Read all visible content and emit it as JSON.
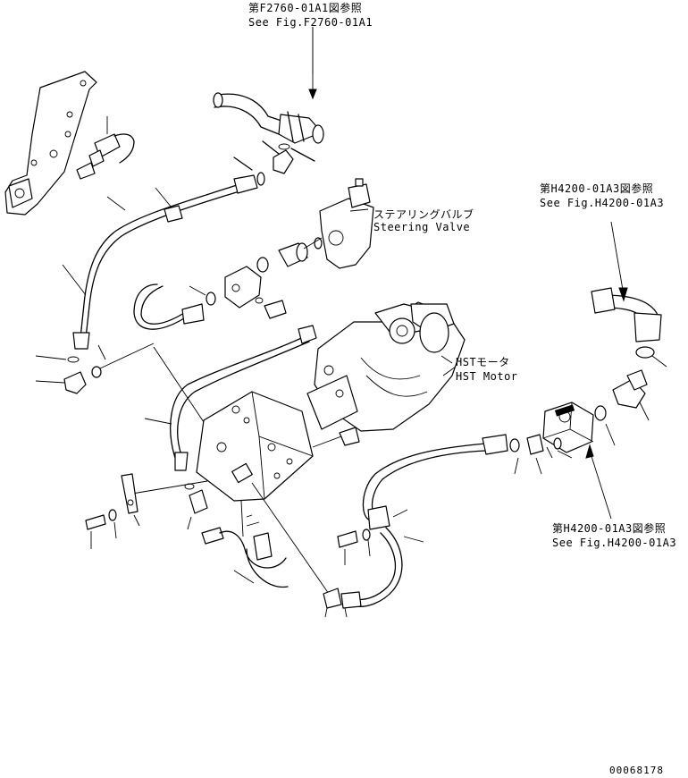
{
  "references": {
    "top": {
      "line1": "第F2760-01A1図参照",
      "line2": "See Fig.F2760-01A1"
    },
    "right_upper": {
      "line1": "第H4200-01A3図参照",
      "line2": "See Fig.H4200-01A3"
    },
    "right_lower": {
      "line1": "第H4200-01A3図参照",
      "line2": "See Fig.H4200-01A3"
    }
  },
  "components": {
    "steering_valve": {
      "jp": "ステアリングバルブ",
      "en": "Steering Valve"
    },
    "hst_motor": {
      "jp": "HSTモータ",
      "en": "HST Motor"
    }
  },
  "drawing_number": "00068178"
}
